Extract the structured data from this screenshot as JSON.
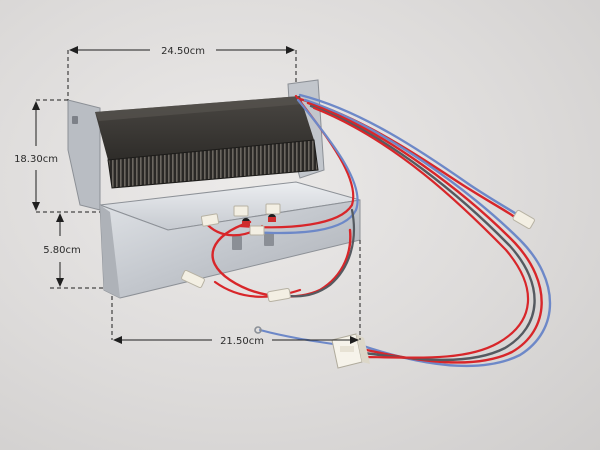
{
  "dimensions": {
    "width_top": "24.50cm",
    "height_total": "18.30cm",
    "height_bracket": "5.80cm",
    "width_bottom": "21.50cm"
  },
  "colors": {
    "background": "#dcdad9",
    "element_body": "#3d3a36",
    "bracket_metal": "#c8ccd2",
    "wire_red": "#d8262a",
    "wire_blue": "#6d88c8",
    "wire_gray": "#555a60",
    "connector_white": "#f3efe3"
  }
}
